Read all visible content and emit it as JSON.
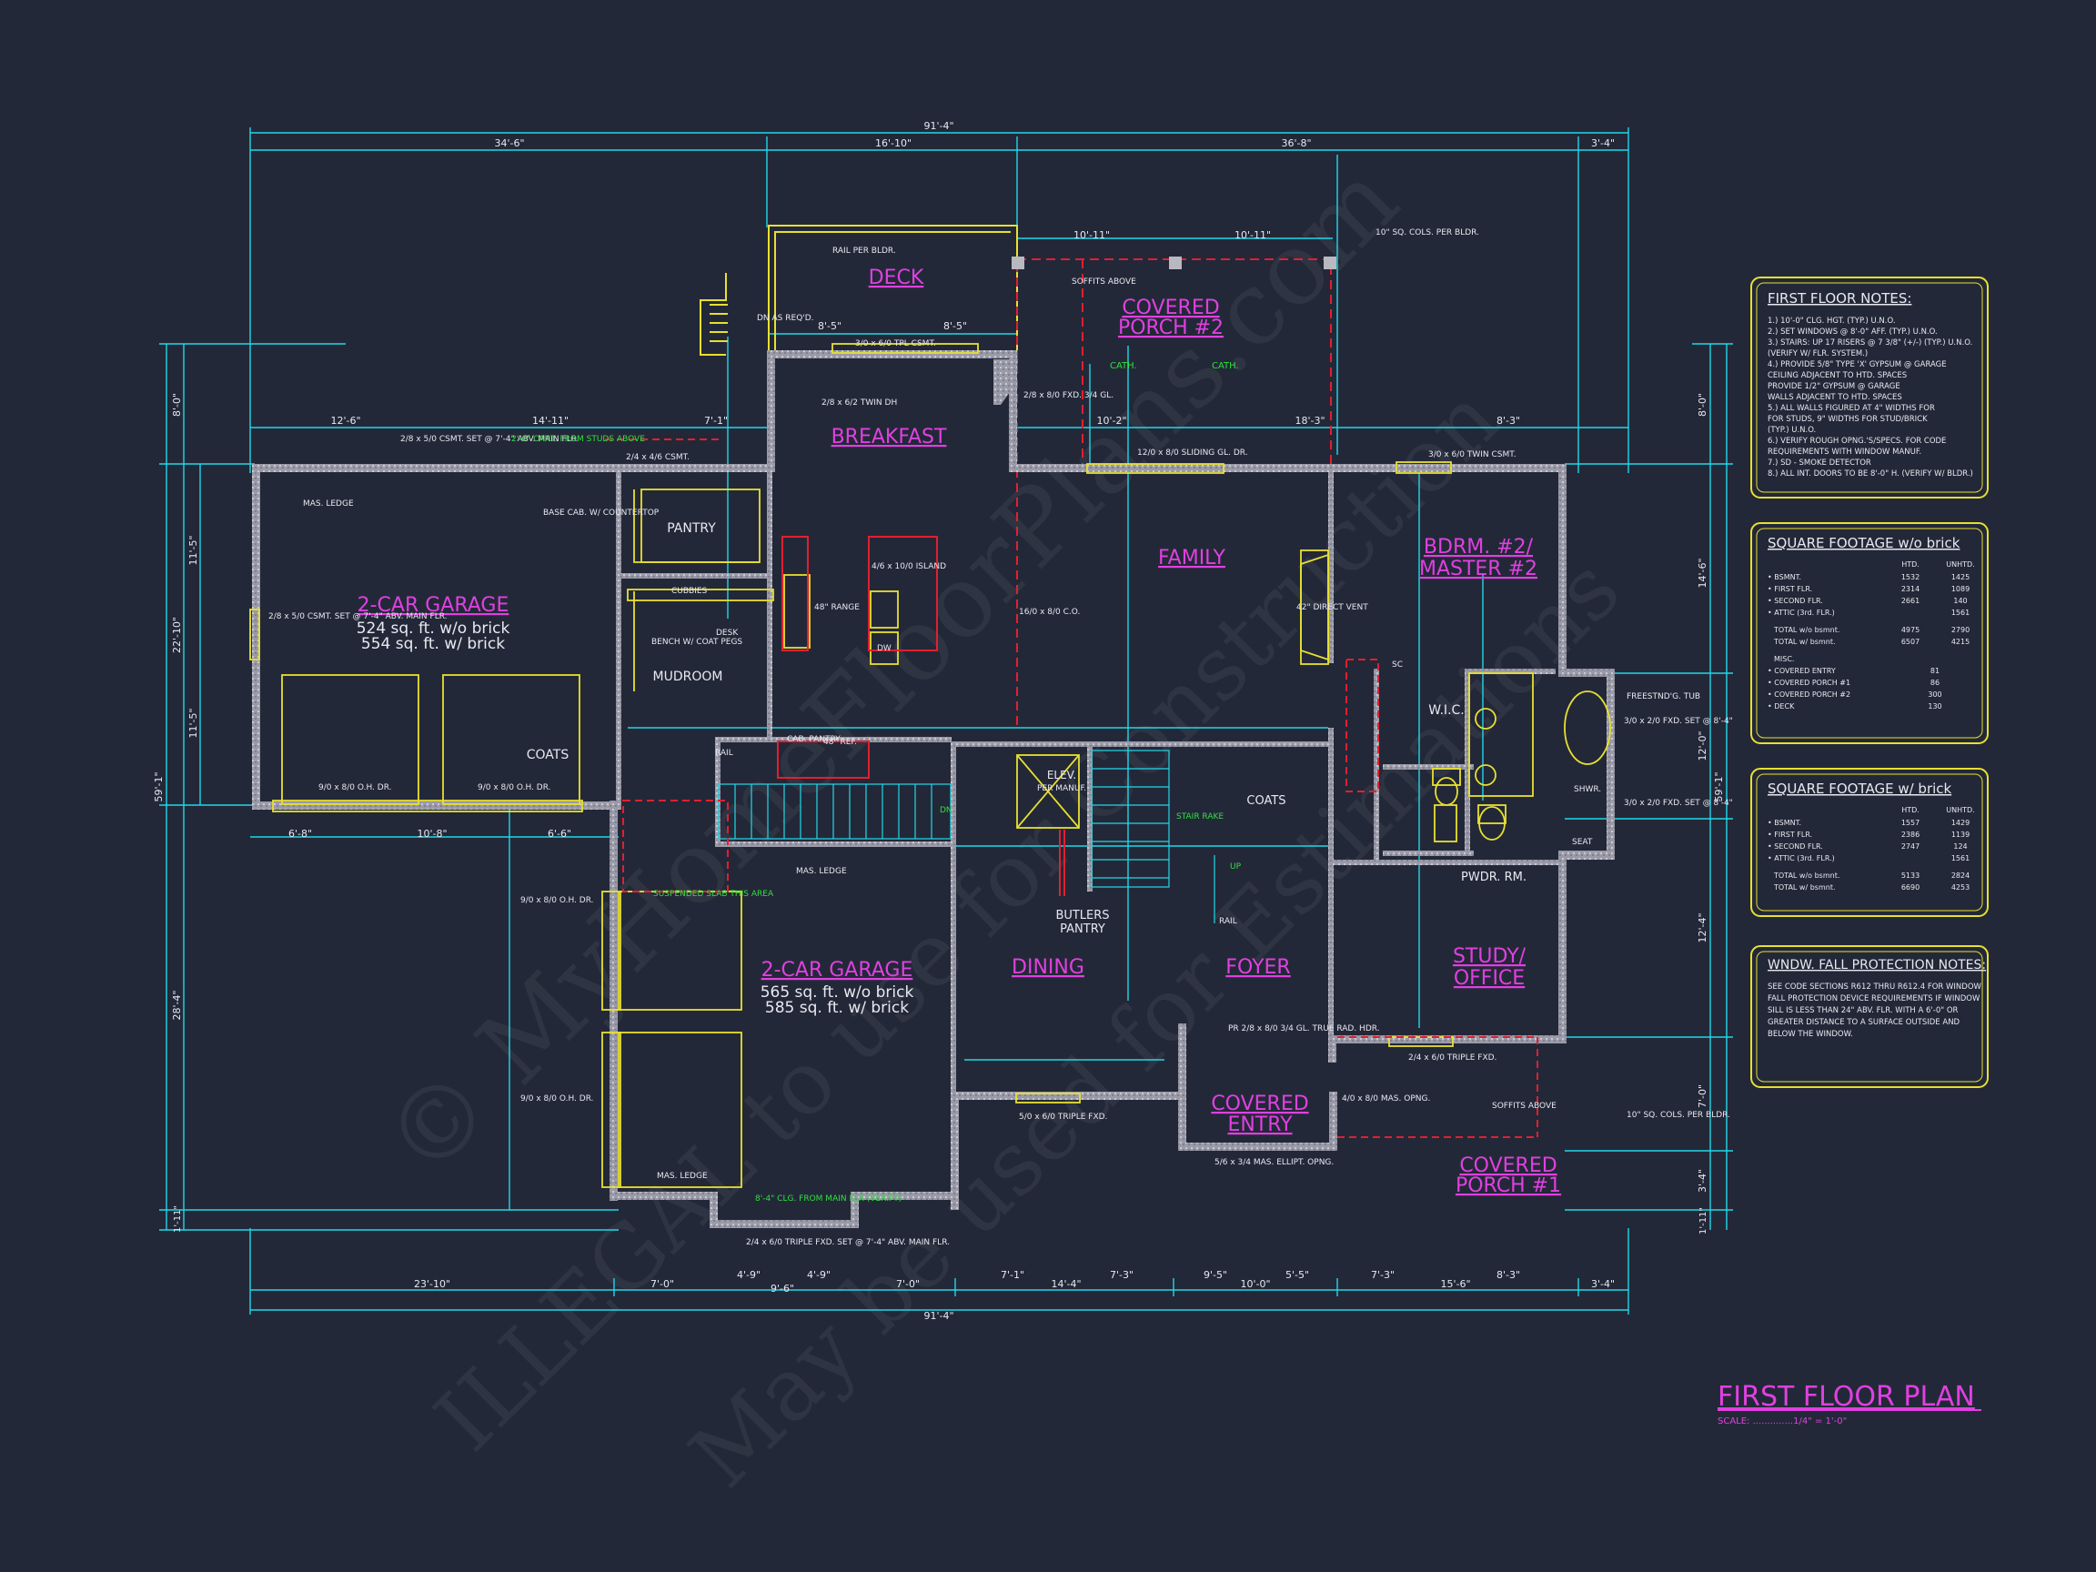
{
  "rooms": {
    "deck": "DECK",
    "covered_porch_2_line1": "COVERED",
    "covered_porch_2_line2": "PORCH #2",
    "breakfast": "BREAKFAST",
    "family": "FAMILY",
    "bdrm2_line1": "BDRM. #2/",
    "bdrm2_line2": "MASTER #2",
    "garage1": "2-CAR GARAGE",
    "garage1_area1": "524 sq. ft. w/o brick",
    "garage1_area2": "554 sq. ft. w/ brick",
    "pantry": "PANTRY",
    "mudroom": "MUDROOM",
    "coats": "COATS",
    "coats2": "COATS",
    "wic": "W.I.C.",
    "garage2": "2-CAR GARAGE",
    "garage2_area1": "565 sq. ft. w/o brick",
    "garage2_area2": "585 sq. ft. w/ brick",
    "dining": "DINING",
    "butlers_line1": "BUTLERS",
    "butlers_line2": "PANTRY",
    "foyer": "FOYER",
    "study_line1": "STUDY/",
    "study_line2": "OFFICE",
    "pwdr": "PWDR. RM.",
    "covered_entry_line1": "COVERED",
    "covered_entry_line2": "ENTRY",
    "covered_porch_1_line1": "COVERED",
    "covered_porch_1_line2": "PORCH #1",
    "elev_line1": "ELEV.",
    "elev_line2": "PER MANUF."
  },
  "dims_top": {
    "overall": "91'-4\"",
    "d1": "34'-6\"",
    "d2": "16'-10\"",
    "d3": "36'-8\"",
    "d4": "3'-4\"",
    "porch_a": "10'-11\"",
    "porch_b": "10'-11\"",
    "deck_a": "8'-5\"",
    "deck_b": "8'-5\"",
    "g_a": "12'-6\"",
    "g_b": "14'-11\"",
    "g_c": "7'-1\"",
    "f_a": "10'-2\"",
    "f_b": "18'-3\"",
    "f_c": "8'-3\""
  },
  "dims_bottom": {
    "overall": "91'-4\"",
    "b1": "23'-10\"",
    "b2": "7'-0\"",
    "b3": "7'-0\"",
    "b4": "7'-1\"",
    "b5": "14'-4\"",
    "b6": "7'-3\"",
    "b7": "9'-5\"",
    "b8": "10'-0\"",
    "b9": "5'-5\"",
    "b10": "7'-3\"",
    "b11": "15'-6\"",
    "b12": "8'-3\"",
    "b13": "3'-4\"",
    "s1": "4'-9\"",
    "s2": "9'-6\"",
    "s3": "4'-9\"",
    "g1": "6'-8\"",
    "g2": "10'-8\"",
    "g3": "6'-6\""
  },
  "dims_side": {
    "left_overall": "59'-1\"",
    "l1": "8'-0\"",
    "l2": "11'-5\"",
    "l3": "22'-10\"",
    "l4": "11'-5\"",
    "l5": "28'-4\"",
    "l6": "1'-11\"",
    "right_overall": "59'-1\"",
    "r1": "8'-0\"",
    "r2": "14'-6\"",
    "r3": "12'-0\"",
    "r4": "12'-4\"",
    "r5": "7'-0\"",
    "r6": "3'-4\"",
    "r7": "1'-11\""
  },
  "callouts": {
    "rail_per_bldr": "RAIL PER BLDR.",
    "dn_as_reqd": "DN AS REQ'D.",
    "tpl_csmt": "3/0 x 6/0 TPL CSMT.",
    "soffits_above": "SOFFITS ABOVE",
    "cols_per_bldr": "10\" SQ. COLS. PER BLDR.",
    "twin_dh": "2/8 x 6/2 TWIN DH",
    "fxd_34": "2/8 x 8/0 FXD. 3/4 GL.",
    "cath1": "CATH.",
    "cath2": "CATH.",
    "sliding": "12/0 x 8/0 SLIDING GL. DR.",
    "twin_csmt": "3/0 x 6/0 TWIN CSMT.",
    "csmt_garage": "2/8 x 5/0 CSMT. SET @ 7'-4\" ABV. MAIN FLR.",
    "cant_from": "2'-0\" CANT. FROM STUDS ABOVE",
    "csmt_pantry": "2/4 x 4/6 CSMT.",
    "mas_ledge": "MAS. LEDGE",
    "base_cab": "BASE CAB. W/ COUNTERTOP",
    "cubbies": "CUBBIES",
    "bench": "BENCH W/ COAT PEGS",
    "desk": "DESK",
    "range": "48\" RANGE",
    "island": "4/6 x 10/0 ISLAND",
    "dw": "DW",
    "co_fam": "16/0 x 8/0 C.O.",
    "direct_vent": "42\" DIRECT VENT",
    "ref": "48\" REF.",
    "cab_pantry": "CAB. PANTRY",
    "ohdr1": "9/0 x 8/0 O.H. DR.",
    "ohdr2": "9/0 x 8/0 O.H. DR.",
    "ohdr3": "9/0 x 8/0 O.H. DR.",
    "ohdr4": "9/0 x 8/0 O.H. DR.",
    "csmt_side": "2/8 x 5/0 CSMT. SET @ 7'-4\" ABV. MAIN FLR.",
    "susp_slab": "SUSPENDED SLAB THIS AREA",
    "mas_ledge2": "MAS. LEDGE",
    "mas_ledge3": "MAS. LEDGE",
    "clg_from": "8'-4\" CLG. FROM MAIN FLR (VERIFY)",
    "triple_fxd_bot": "2/4 x 6/0 TRIPLE FXD. SET @ 7'-4\" ABV. MAIN FLR.",
    "triple_fxd_din": "5/0 x 6/0 TRIPLE FXD.",
    "triple_fxd_study": "2/4 x 6/0 TRIPLE FXD.",
    "pr_entry": "PR 2/8 x 8/0 3/4 GL. TRUE RAD. HDR.",
    "ellipt": "5/6 x 3/4 MAS. ELLIPT. OPNG.",
    "mas_opng": "4/0 x 8/0 MAS. OPNG.",
    "soffits_above2": "SOFFITS ABOVE",
    "cols_per_bldr2": "10\" SQ. COLS. PER BLDR.",
    "freestnd_tub": "FREESTND'G. TUB",
    "fxd_right1": "3/0 x 2/0 FXD. SET @ 8'-4\"",
    "fxd_right2": "3/0 x 2/0 FXD. SET @ 8'-4\"",
    "shwr": "SHWR.",
    "seat": "SEAT",
    "stair_rake": "STAIR RAKE",
    "rail": "RAIL",
    "rail2": "RAIL",
    "up": "UP",
    "dn": "DN",
    "sc": "SC"
  },
  "notes_first_floor": {
    "title": "FIRST FLOOR NOTES:",
    "lines": [
      "1.) 10'-0\" CLG. HGT. (TYP.) U.N.O.",
      "2.) SET WINDOWS @ 8'-0\" AFF. (TYP.) U.N.O.",
      "3.) STAIRS: UP 17 RISERS @ 7 3/8\" (+/-) (TYP.) U.N.O.",
      "    (VERIFY W/ FLR. SYSTEM.)",
      "4.) PROVIDE 5/8\" TYPE 'X' GYPSUM @ GARAGE",
      "    CEILING ADJACENT TO HTD. SPACES",
      "    PROVIDE 1/2\" GYPSUM @ GARAGE",
      "    WALLS ADJACENT TO HTD. SPACES",
      "5.) ALL WALLS FIGURED AT 4\" WIDTHS FOR",
      "    FOR STUDS, 9\" WIDTHS FOR STUD/BRICK",
      "    (TYP.) U.N.O.",
      "6.) VERIFY ROUGH OPNG.'S/SPECS. FOR CODE",
      "    REQUIREMENTS WITH WINDOW MANUF.",
      "7.) SD - SMOKE DETECTOR",
      "8.) ALL INT. DOORS TO BE 8'-0\" H. (VERIFY W/ BLDR.)"
    ]
  },
  "sqft_without": {
    "title": "SQUARE FOOTAGE w/o brick",
    "col1": "HTD.",
    "col2": "UNHTD.",
    "rows": [
      [
        "• BSMNT.",
        "1532",
        "1425"
      ],
      [
        "• FIRST FLR.",
        "2314",
        "1089"
      ],
      [
        "• SECOND FLR.",
        "2661",
        "140"
      ],
      [
        "• ATTIC (3rd. FLR.)",
        "",
        "1561"
      ]
    ],
    "total1": [
      "TOTAL w/o bsmnt.",
      "4975",
      "2790"
    ],
    "total2": [
      "TOTAL w/ bsmnt.",
      "6507",
      "4215"
    ],
    "misc": "MISC.",
    "misc_rows": [
      [
        "• COVERED ENTRY",
        "81"
      ],
      [
        "• COVERED PORCH #1",
        "86"
      ],
      [
        "• COVERED PORCH #2",
        "300"
      ],
      [
        "• DECK",
        "130"
      ]
    ]
  },
  "sqft_with": {
    "title": "SQUARE FOOTAGE w/ brick",
    "col1": "HTD.",
    "col2": "UNHTD.",
    "rows": [
      [
        "• BSMNT.",
        "1557",
        "1429"
      ],
      [
        "• FIRST FLR.",
        "2386",
        "1139"
      ],
      [
        "• SECOND FLR.",
        "2747",
        "124"
      ],
      [
        "• ATTIC (3rd. FLR.)",
        "",
        "1561"
      ]
    ],
    "total1": [
      "TOTAL w/o bsmnt.",
      "5133",
      "2824"
    ],
    "total2": [
      "TOTAL w/ bsmnt.",
      "6690",
      "4253"
    ]
  },
  "fall_protection": {
    "title": "WNDW. FALL PROTECTION NOTES:",
    "lines": [
      "SEE CODE SECTIONS R612 THRU R612.4 FOR WINDOW",
      "FALL PROTECTION DEVICE REQUIREMENTS IF WINDOW",
      "SILL IS LESS THAN 24\" ABV. FLR. WITH A 6'-0\" OR",
      "GREATER DISTANCE TO A SURFACE OUTSIDE AND",
      "BELOW THE WINDOW."
    ]
  },
  "title_block": {
    "title": "FIRST FLOOR PLAN",
    "scale": "SCALE: ..............1/4\" = 1'-0\""
  },
  "watermark": {
    "line1": "© MyHomeFloorPlans.com",
    "line2": "ILLEGAL to use for Construction",
    "line3": "May be used for Estimations"
  },
  "colors": {
    "background": "#232838",
    "wall": "#c8c8d0",
    "dimension": "#20d8e8",
    "room_label": "#e040e0",
    "accent_yellow": "#e8e030",
    "accent_red": "#e02030",
    "accent_green": "#30e040"
  }
}
